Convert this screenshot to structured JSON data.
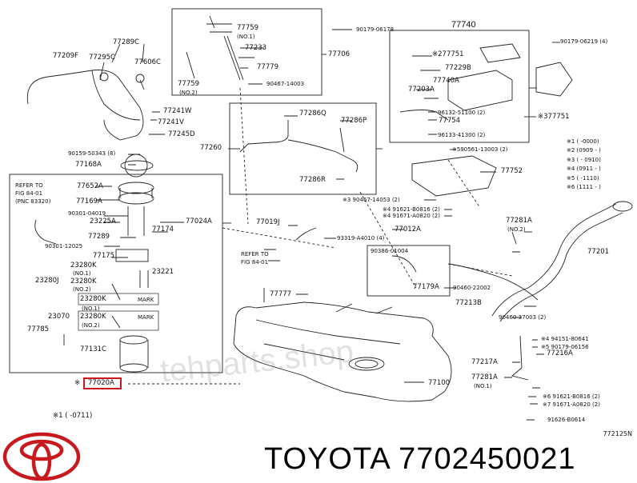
{
  "brand": "TOYOTA 7702450021",
  "diagram_code": "772125N",
  "watermark": "tehparts.shop",
  "labels": {
    "l77759a": "77759",
    "l_no1a": "(NO.1)",
    "l77233": "77233",
    "l77779": "77779",
    "l77759b": "77759",
    "l_no2a": "(NO.2)",
    "l90467_14003": "90467-14003",
    "l77706": "77706",
    "l90179_06178": "90179-06178",
    "l77740": "77740",
    "l90179_06219": "90179-06219 (4)",
    "l77289c": "77289C",
    "l77209f": "77209F",
    "l77295c": "77295C",
    "l77606c": "77606C",
    "l77241w": "77241W",
    "l77241v": "77241V",
    "l77245d": "77245D",
    "l77751a": "※277751",
    "l77229b": "77229B",
    "l77740a": "77740A",
    "l77203a": "77203A",
    "l77754": "77754",
    "l96132": "96132-51100 (2)",
    "l96133": "96133-41300 (2)",
    "l77751b": "※377751",
    "l90159": "90159-50343 (8)",
    "l77168a": "77168A",
    "l77286q": "77286Q",
    "l77286p": "77286P",
    "l77260": "77260",
    "l590561": "※590561-13003 (2)",
    "l77286r": "77286R",
    "l77752": "77752",
    "s1": "※1 (  -0000)",
    "s2": "※2 (0909 -   )",
    "s3": "※3 (   - 0910)",
    "s4": "※4 (0911 -   )",
    "s5": "※5 (   -1110)",
    "s6": "※6 (1111 -   )",
    "l90467_14053": "※3 90467-14053 (2)",
    "l91621_b0816a": "※4 91621-B0816 (2)",
    "l91671_a0820a": "※4 91671-A0820 (2)",
    "refer1": "REFER TO",
    "refer1b": "FIG 84-01",
    "refer1c": "(PNC 83320)",
    "l77652a": "77652A",
    "l77169a": "77169A",
    "l90301_04019": "90301-04019",
    "l23225a": "23225A",
    "l77024a": "77024A",
    "l77174": "77174",
    "l77289": "77289",
    "l90301_12025": "90301-12025",
    "l77175": "77175",
    "l23280k1": "23280K",
    "l_no1b": "(NO.1)",
    "l23280j": "23280J",
    "l23280k2": "23280K",
    "l_no2b": "(NO.2)",
    "l23221": "23221",
    "mark1": "MARK",
    "l23280k3": "23280K",
    "l_no1c": "(NO.1)",
    "l23070": "23070",
    "l23280k4": "23280K",
    "l_no2c": "(NO.2)",
    "mark2": "MARK",
    "l77785": "77785",
    "l77131c": "77131C",
    "l77020a": "77020A",
    "l77020a_prefix": "※",
    "l77019j": "77019J",
    "l93319": "93319-A4010 (4)",
    "l77012a": "77012A",
    "l77281a": "77281A",
    "l_no2d": "(NO.2)",
    "refer2": "REFER TO",
    "refer2b": "FIG 84-01",
    "l90386": "90386-01004",
    "l77179a": "77179A",
    "l90460_22002": "90460-22002",
    "l77201": "77201",
    "l77777": "77777",
    "l77213b": "77213B",
    "l90460_37003": "90460-37003 (2)",
    "l94151": "※4 94151-80641",
    "l90179_06156": "※5 90179-06156",
    "l77217a": "77217A",
    "l77216a": "77216A",
    "l77281a2": "77281A",
    "l_no1d": "(NO.1)",
    "l77100": "77100",
    "l91621_b0816b": "※6 91621-B0816 (2)",
    "l91671_a0820b": "※7 91671-A0820 (2)",
    "l91626": "91626-B0614",
    "footnote": "※1 (    -0711)"
  }
}
